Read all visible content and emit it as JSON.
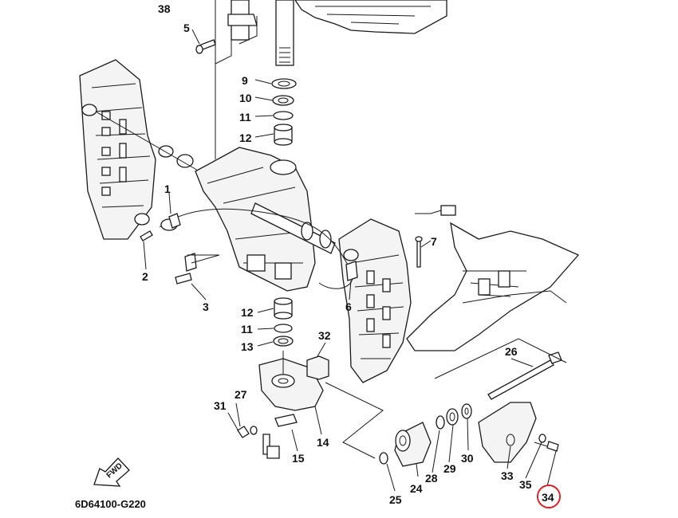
{
  "diagram_code": "6D64100-G220",
  "fwd_label": "FWD",
  "highlight_color": "#d8232a",
  "highlighted_part": "34",
  "callouts": {
    "p1": "1",
    "p2": "2",
    "p3": "3",
    "p5": "5",
    "p6": "6",
    "p7": "7",
    "p9": "9",
    "p10": "10",
    "p11a": "11",
    "p12a": "12",
    "p12b": "12",
    "p11b": "11",
    "p13": "13",
    "p14": "14",
    "p15": "15",
    "p24": "24",
    "p25": "25",
    "p26": "26",
    "p27": "27",
    "p28": "28",
    "p29": "29",
    "p30": "30",
    "p31": "31",
    "p32": "32",
    "p33": "33",
    "p34": "34",
    "p35": "35",
    "p38": "38"
  }
}
